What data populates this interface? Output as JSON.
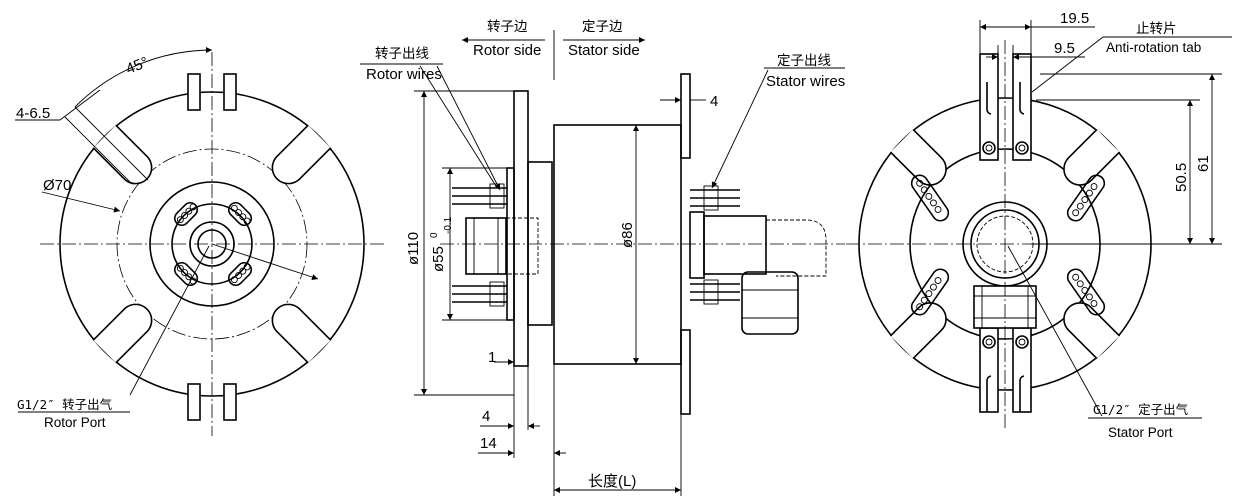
{
  "left_view": {
    "angle_label": "45°",
    "hole_label": "4-6.5",
    "diameter_label": "Ø70",
    "port_label_cn": "G1/2″ 转子出气",
    "port_label_en": "Rotor Port"
  },
  "side_view": {
    "rotor_side_cn": "转子边",
    "rotor_side_en": "Rotor side",
    "stator_side_cn": "定子边",
    "stator_side_en": "Stator  side",
    "rotor_wires_cn": "转子出线",
    "rotor_wires_en": "Rotor wires",
    "stator_wires_cn": "定子出线",
    "stator_wires_en": "Stator wires",
    "dim_flange_width": "4",
    "dim_outer_diameter": "ø110",
    "dim_shaft_diameter": "ø55",
    "dim_shaft_tol_upper": "0",
    "dim_shaft_tol_lower": "-0.1",
    "dim_body_diameter": "ø86",
    "dim_1": "1",
    "dim_4": "4",
    "dim_14": "14",
    "dim_length": "长度(L)"
  },
  "right_view": {
    "dim_19_5": "19.5",
    "dim_9_5": "9.5",
    "tab_label_cn": "止转片",
    "tab_label_en": "Anti-rotation tab",
    "dim_50_5": "50.5",
    "dim_61": "61",
    "port_label_cn": "G1/2″ 定子出气",
    "port_label_en": "Stator  Port"
  }
}
